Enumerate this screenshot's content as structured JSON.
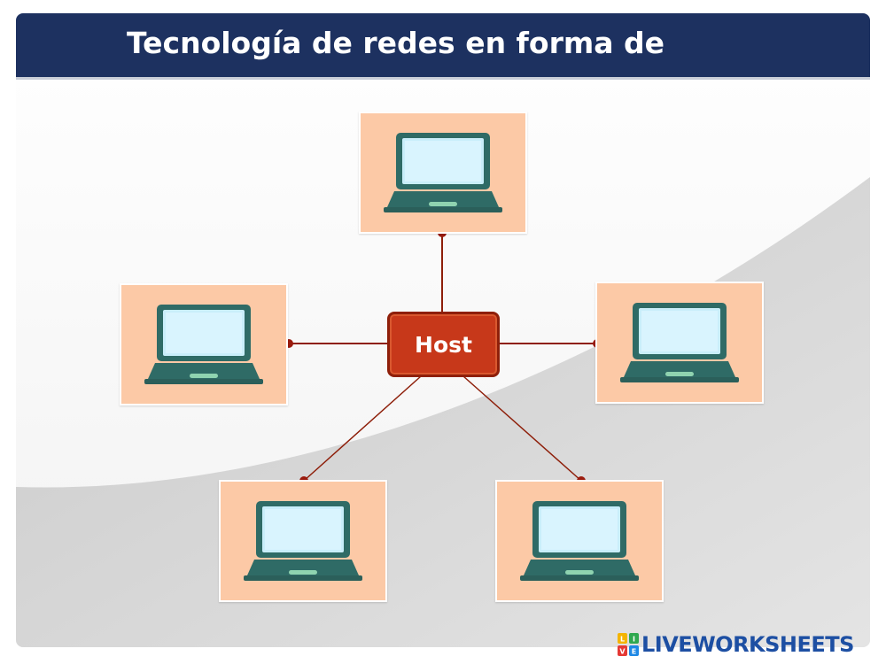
{
  "title": "Tecnología de redes en forma de",
  "host": {
    "label": "Host"
  },
  "nodes": [
    {
      "id": "top",
      "icon": "laptop-icon"
    },
    {
      "id": "left",
      "icon": "laptop-icon"
    },
    {
      "id": "right",
      "icon": "laptop-icon"
    },
    {
      "id": "bottom-left",
      "icon": "laptop-icon"
    },
    {
      "id": "bottom-right",
      "icon": "laptop-icon"
    }
  ],
  "brand": {
    "text": "LIVEWORKSHEETS",
    "logo_letters": "LIVE"
  },
  "colors": {
    "title_bar": "#1d3160",
    "node_fill": "#fcc9a6",
    "host_fill": "#c7381a",
    "line": "#8e1f0a",
    "laptop_body": "#2f6b66",
    "laptop_screen": "#c9eefa",
    "brand_text": "#1d4fa3"
  }
}
